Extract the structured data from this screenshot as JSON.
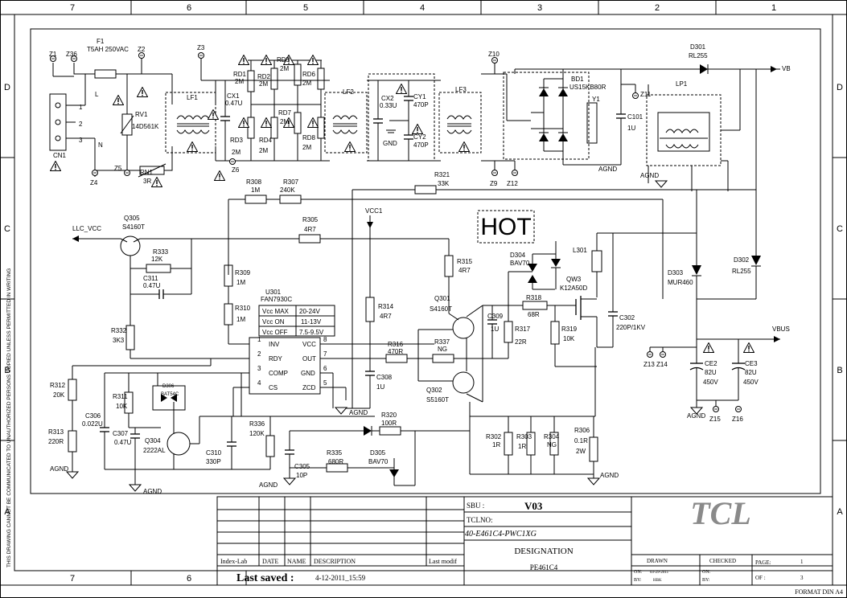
{
  "border": {
    "cols_top": [
      "7",
      "6",
      "5",
      "4",
      "3",
      "2",
      "1"
    ],
    "cols_bottom": [
      "7",
      "6",
      "5",
      "4",
      "3",
      "2",
      "1"
    ],
    "rows": [
      "D",
      "C",
      "B",
      "A"
    ],
    "side_note": "THIS DRAWING CANNOT BE COMMUNICATED TO UNAUTHORIZED PERSONS COPIED UNLESS PERMITTED IN WRITING"
  },
  "hot_label": "HOT",
  "labels": {
    "Z1": "Z1",
    "Z36": "Z36",
    "F1": "F1",
    "F1v": "T5AH 250VAC",
    "Z2": "Z2",
    "L": "L",
    "N": "N",
    "CN1": "CN1",
    "pin1": "1",
    "pin2": "2",
    "pin3": "3",
    "RV1": "RV1",
    "RV1v": "14D561K",
    "Z5a": "Z5",
    "RN1": "RN1",
    "RN1v": "3R",
    "Z4": "Z4",
    "LF1": "LF1",
    "Z3": "Z3",
    "CX1": "CX1",
    "CX1v": "0.47U",
    "Z6": "Z6",
    "RD1": "RD1",
    "RD1v": "2M",
    "RD2": "RD2",
    "RD2v": "2M",
    "RD3": "RD3",
    "RD3v": "2M",
    "RD4": "RD4",
    "RD4v": "2M",
    "RD5": "RD5",
    "RD5v": "2M",
    "RD6": "RD6",
    "RD6v": "2M",
    "RD7": "RD7",
    "RD7v": "2M",
    "RD8": "RD8",
    "RD8v": "2M",
    "LF2": "LF2",
    "CX2": "CX2",
    "CX2v": "0.33U",
    "GND": "GND",
    "CY1": "CY1",
    "CY1v": "470P",
    "CY2": "CY2",
    "CY2v": "470P",
    "LF3": "LF3",
    "Z10": "Z10",
    "Z9": "Z9",
    "Z12": "Z12",
    "BD1": "BD1",
    "BD1v": "US15KB80R",
    "Y1": "Y1",
    "C101": "C101",
    "C101v": "1U",
    "Z11": "Z11",
    "AGND1": "AGND",
    "AGND2": "AGND",
    "LP1": "LP1",
    "D301": "D301",
    "D301v": "RL255",
    "VB": "VB",
    "R308": "R308",
    "R308v": "1M",
    "R307": "R307",
    "R307v": "240K",
    "R321": "R321",
    "R321v": "33K",
    "VCC1": "VCC1",
    "R305": "R305",
    "R305v": "4R7",
    "LLCVCC": "LLC_VCC",
    "Q305": "Q305",
    "Q305v": "S4160T",
    "R333": "R333",
    "R333v": "12K",
    "C311": "C311",
    "C311v": "0.47U",
    "R309": "R309",
    "R309v": "1M",
    "R310": "R310",
    "R310v": "1M",
    "R332": "R332",
    "R332v": "3K3",
    "U301": "U301",
    "U301v": "FAN7930C",
    "vccmax": "Vcc MAX",
    "vccmaxv": "20-24V",
    "vccon": "Vcc  ON",
    "vccionv": "11-13V",
    "vccoff": "Vcc OFF",
    "vccoffv": "7.5-9.5V",
    "INV": "INV",
    "RDY": "RDY",
    "COMP": "COMP",
    "CS": "CS",
    "VCC": "VCC",
    "OUT": "OUT",
    "GNDp": "GND",
    "ZCD": "ZCD",
    "p1": "1",
    "p2": "2",
    "p3": "3",
    "p4": "4",
    "p5": "5",
    "p6": "6",
    "p7": "7",
    "p8": "8",
    "R314": "R314",
    "R314v": "4R7",
    "R315": "R315",
    "R315v": "4R7",
    "Q301": "Q301",
    "Q301v": "S4160T",
    "R316": "R316",
    "R316v": "470R",
    "R337": "R337",
    "R337v": "NG",
    "C309": "C309",
    "C309v": "1U",
    "Q302": "Q302",
    "Q302v": "S5160T",
    "C308": "C308",
    "C308v": "1U",
    "AGND3": "AGND",
    "D304": "D304",
    "D304v": "BAV70",
    "L301": "L301",
    "QW3": "QW3",
    "QW3v": "K12A50D",
    "R318": "R318",
    "R318v": "68R",
    "R317": "R317",
    "R317v": "22R",
    "R319": "R319",
    "R319v": "10K",
    "C302": "C302",
    "C302v": "220P/1KV",
    "D303": "D303",
    "D303v": "MUR460",
    "D302": "D302",
    "D302v": "RL255",
    "VBUS": "VBUS",
    "Z13": "Z13",
    "Z14": "Z14",
    "CE2": "CE2",
    "CE2v": "82U",
    "CE2w": "450V",
    "CE3": "CE3",
    "CE3v": "82U",
    "CE3w": "450V",
    "AGND4": "AGND",
    "Z15": "Z15",
    "Z16": "Z16",
    "R312": "R312",
    "R312v": "20K",
    "R313": "R313",
    "R313v": "220R",
    "AGND5": "AGND",
    "C306": "C306",
    "C306v": "0.022U",
    "R311": "R311",
    "R311v": "10K",
    "D306": "D306",
    "D306v": "BAT54C",
    "C307": "C307",
    "C307v": "0.47U",
    "Q304": "Q304",
    "Q304v": "2222AL",
    "AGND6": "AGND",
    "C310": "C310",
    "C310v": "330P",
    "R336": "R336",
    "R336v": "120K",
    "AGND7": "AGND",
    "C305": "C305",
    "C305v": "10P",
    "R335": "R335",
    "R335v": "680R",
    "D305": "D305",
    "D305v": "BAV70",
    "R320": "R320",
    "R320v": "100R",
    "R302": "R302",
    "R302v": "1R",
    "R303": "R303",
    "R303v": "1R",
    "R304": "R304",
    "R304v": "NG",
    "R306": "R306",
    "R306v": "0.1R",
    "R306w": "2W",
    "AGND8": "AGND"
  },
  "title_block": {
    "sbu_label": "SBU :",
    "sbu_value": "V03",
    "tclno_label": "TCLNO:",
    "tclno_value": "40-E461C4-PWC1XG",
    "designation_label": "DESIGNATION",
    "designation_value": "PE461C4",
    "index_lab": "Index-Lab",
    "date": "DATE",
    "name": "NAME",
    "description": "DESCRIPTION",
    "last_modif": "Last modif",
    "last_saved_label": "Last saved :",
    "last_saved_value": "4-12-2011_15:59",
    "logo": "TCL",
    "drawn": "DRAWN",
    "checked": "CHECKED",
    "on": "ON:",
    "on_date": "03-29-2011",
    "by": "BY:",
    "by_name": "HBK",
    "on2": "ON:",
    "by2": "BY:",
    "page_label": "PAGE:",
    "page_value": "1",
    "of_label": "OF :",
    "of_value": "3",
    "format": "FORMAT DIN A4"
  }
}
